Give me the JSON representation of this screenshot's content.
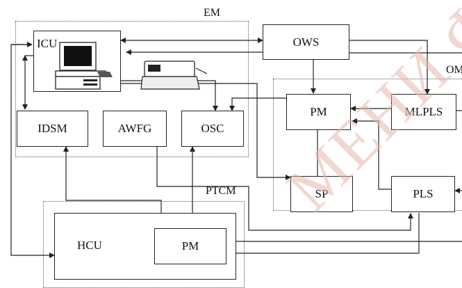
{
  "groups": {
    "em": "EM",
    "om": "OM",
    "ptcm": "PTCM"
  },
  "blocks": {
    "icu": "ICU",
    "ows": "OWS",
    "idsm": "IDSM",
    "awfg": "AWFG",
    "osc": "OSC",
    "pm_om": "PM",
    "mlpls": "MLPLS",
    "sp": "SP",
    "pls": "PLS",
    "hcu": "HCU",
    "pm_ptcm": "PM"
  },
  "watermark": "МЕНИ Ф"
}
